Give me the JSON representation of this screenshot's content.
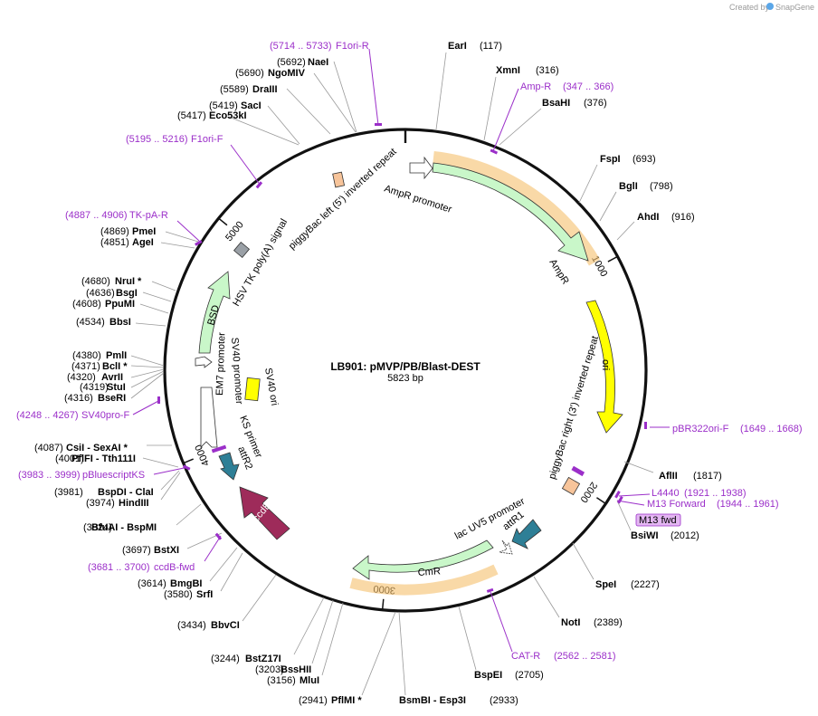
{
  "header": {
    "credit_text": "Created by",
    "credit_brand": "SnapGene"
  },
  "plasmid": {
    "name": "LB901: pMVP/PB/Blast-DEST",
    "length_label": "5823 bp",
    "length": 5823
  },
  "colors": {
    "backbone": "#111111",
    "primer": "#9b2fc9",
    "leader": "#999999",
    "amp": "#c9f7c9",
    "yellow": "#ffff00",
    "teal": "#2e7f96",
    "ccdb": "#9e2b5a",
    "peach": "#f7c49a",
    "gray": "#9aa0a6"
  },
  "ticks": [
    {
      "bp": 1000,
      "label": "1000"
    },
    {
      "bp": 2000,
      "label": "2000"
    },
    {
      "bp": 3000,
      "label": "3000"
    },
    {
      "bp": 4000,
      "label": "4000"
    },
    {
      "bp": 5000,
      "label": "5000"
    }
  ],
  "sites": [
    {
      "name": "EarI",
      "pos": "(117)"
    },
    {
      "name": "XmnI",
      "pos": "(316)"
    },
    {
      "name": "BsaHI",
      "pos": "(376)"
    },
    {
      "name": "FspI",
      "pos": "(693)"
    },
    {
      "name": "BglI",
      "pos": "(798)"
    },
    {
      "name": "AhdI",
      "pos": "(916)"
    },
    {
      "name": "AflII",
      "pos": "(1817)"
    },
    {
      "name": "BsiWI",
      "pos": "(2012)"
    },
    {
      "name": "SpeI",
      "pos": "(2227)"
    },
    {
      "name": "NotI",
      "pos": "(2389)"
    },
    {
      "name": "BspEI",
      "pos": "(2705)"
    },
    {
      "name": "BsmBI - Esp3I",
      "pos": "(2933)"
    },
    {
      "name": "PflMI *",
      "pos": "(2941)"
    },
    {
      "name": "MluI",
      "pos": "(3156)"
    },
    {
      "name": "BssHII",
      "pos": "(3203)"
    },
    {
      "name": "BstZ17I",
      "pos": "(3244)"
    },
    {
      "name": "BbvCI",
      "pos": "(3434)"
    },
    {
      "name": "SrfI",
      "pos": "(3580)"
    },
    {
      "name": "BmgBI",
      "pos": "(3614)"
    },
    {
      "name": "BstXI",
      "pos": "(3697)"
    },
    {
      "name": "BfuAI - BspMI",
      "pos": "(3824)"
    },
    {
      "name": "HindIII",
      "pos": "(3974)"
    },
    {
      "name": "BspDI - ClaI",
      "pos": "(3981)"
    },
    {
      "name": "PflFI - Tth111I",
      "pos": "(4001)"
    },
    {
      "name": "CsiI - SexAI *",
      "pos": "(4087)"
    },
    {
      "name": "BseRI",
      "pos": "(4316)"
    },
    {
      "name": "StuI",
      "pos": "(4319)"
    },
    {
      "name": "AvrII",
      "pos": "(4320)"
    },
    {
      "name": "BclI *",
      "pos": "(4371)"
    },
    {
      "name": "PmlI",
      "pos": "(4380)"
    },
    {
      "name": "BbsI",
      "pos": "(4534)"
    },
    {
      "name": "PpuMI",
      "pos": "(4608)"
    },
    {
      "name": "BsgI",
      "pos": "(4636)"
    },
    {
      "name": "NruI *",
      "pos": "(4680)"
    },
    {
      "name": "AgeI",
      "pos": "(4851)"
    },
    {
      "name": "PmeI",
      "pos": "(4869)"
    },
    {
      "name": "Eco53kI",
      "pos": "(5417)"
    },
    {
      "name": "SacI",
      "pos": "(5419)"
    },
    {
      "name": "DraIII",
      "pos": "(5589)"
    },
    {
      "name": "NgoMIV",
      "pos": "(5690)"
    },
    {
      "name": "NaeI",
      "pos": "(5692)"
    }
  ],
  "primers": [
    {
      "name": "F1ori-R",
      "range": "(5714 .. 5733)"
    },
    {
      "name": "Amp-R",
      "range": "(347 .. 366)"
    },
    {
      "name": "pBR322ori-F",
      "range": "(1649 .. 1668)"
    },
    {
      "name": "L4440",
      "range": "(1921 .. 1938)"
    },
    {
      "name": "M13 Forward",
      "range": "(1944 .. 1961)"
    },
    {
      "name": "M13 fwd",
      "range": ""
    },
    {
      "name": "CAT-R",
      "range": "(2562 .. 2581)"
    },
    {
      "name": "ccdB-fwd",
      "range": "(3681 .. 3700)"
    },
    {
      "name": "pBluescriptKS",
      "range": "(3983 .. 3999)"
    },
    {
      "name": "SV40pro-F",
      "range": "(4248 .. 4267)"
    },
    {
      "name": "TK-pA-R",
      "range": "(4887 .. 4906)"
    },
    {
      "name": "F1ori-F",
      "range": "(5195 .. 5216)"
    }
  ],
  "features": [
    {
      "name": "AmpR promoter"
    },
    {
      "name": "AmpR"
    },
    {
      "name": "ori"
    },
    {
      "name": "piggyBac right (3') inverted repeat"
    },
    {
      "name": "lac UV5 promoter"
    },
    {
      "name": "attR1"
    },
    {
      "name": "CmR"
    },
    {
      "name": "ccdB"
    },
    {
      "name": "attR2"
    },
    {
      "name": "KS primer"
    },
    {
      "name": "EM7 promoter"
    },
    {
      "name": "SV40 promoter"
    },
    {
      "name": "SV40 ori"
    },
    {
      "name": "BSD"
    },
    {
      "name": "HSV TK poly(A) signal"
    },
    {
      "name": "piggyBac left (5') inverted repeat"
    }
  ]
}
